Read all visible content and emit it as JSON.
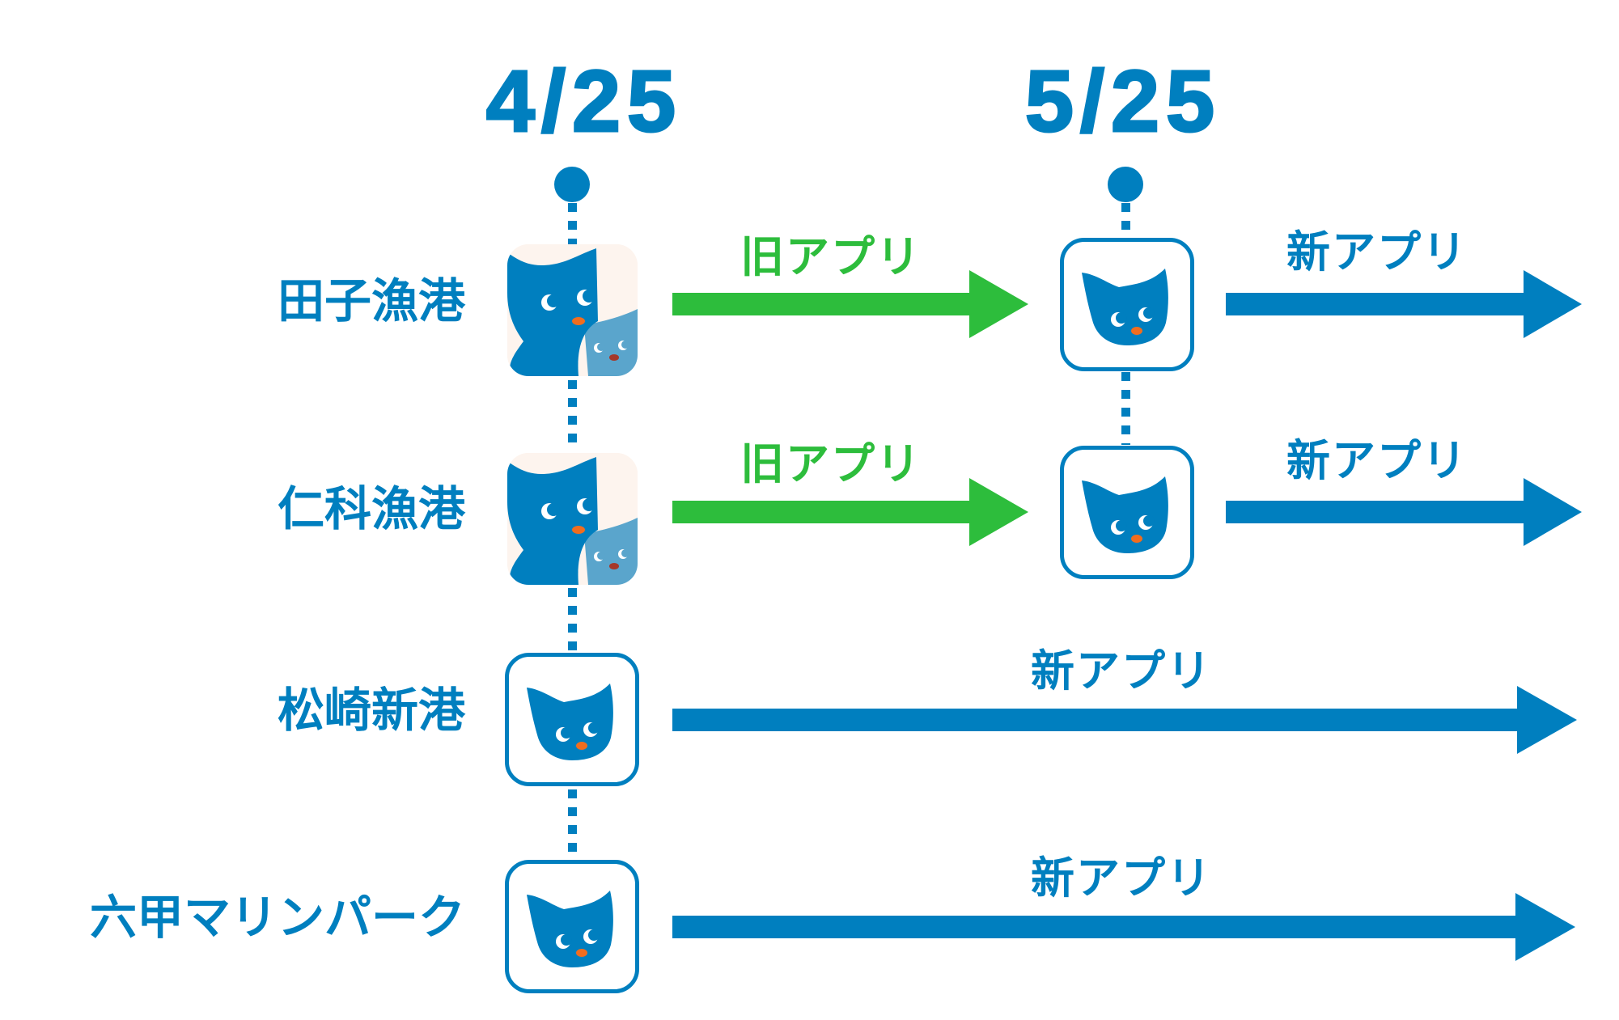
{
  "colors": {
    "primary_blue": "#007fbf",
    "old_app_green": "#2dbd3c",
    "icon_cream": "#fdf4ee",
    "icon_light_blue": "#5aa5cc",
    "nose_orange": "#f06d1f",
    "nose_brown": "#a5382a"
  },
  "timeline": {
    "dates": [
      {
        "label": "4/25"
      },
      {
        "label": "5/25"
      }
    ]
  },
  "rows": [
    {
      "place": "田子漁港",
      "start_icon": "old-app-icon",
      "segments": [
        {
          "label": "旧アプリ",
          "color": "green",
          "icon_at_end": "new-app-icon"
        },
        {
          "label": "新アプリ",
          "color": "blue"
        }
      ]
    },
    {
      "place": "仁科漁港",
      "start_icon": "old-app-icon",
      "segments": [
        {
          "label": "旧アプリ",
          "color": "green",
          "icon_at_end": "new-app-icon"
        },
        {
          "label": "新アプリ",
          "color": "blue"
        }
      ]
    },
    {
      "place": "松崎新港",
      "start_icon": "new-app-icon",
      "segments": [
        {
          "label": "新アプリ",
          "color": "blue"
        }
      ]
    },
    {
      "place": "六甲マリンパーク",
      "start_icon": "new-app-icon",
      "segments": [
        {
          "label": "新アプリ",
          "color": "blue"
        }
      ]
    }
  ]
}
